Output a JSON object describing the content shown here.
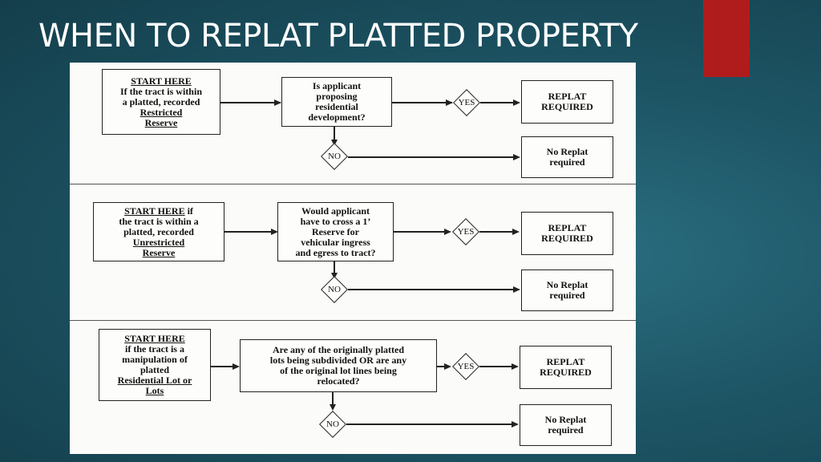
{
  "slide": {
    "title": "WHEN TO REPLAT PLATTED PROPERTY",
    "accent_color": "#b01c1c"
  },
  "flowcharts": [
    {
      "start_heading": "START HERE",
      "start_lines": [
        "If the tract is within",
        "a platted, recorded"
      ],
      "start_emphasis": [
        "Restricted",
        "Reserve"
      ],
      "question_lines": [
        "Is applicant",
        "proposing",
        "residential",
        "development?"
      ],
      "yes_label": "YES",
      "no_label": "NO",
      "yes_outcome": [
        "REPLAT",
        "REQUIRED"
      ],
      "no_outcome": [
        "No Replat",
        "required"
      ]
    },
    {
      "start_heading": "START HERE",
      "start_heading_suffix": " if",
      "start_lines": [
        "the tract is within a",
        "platted, recorded"
      ],
      "start_emphasis": [
        "Unrestricted",
        "Reserve"
      ],
      "question_lines": [
        "Would applicant",
        "have to cross a 1’",
        "Reserve for",
        "vehicular ingress",
        "and egress to tract?"
      ],
      "yes_label": "YES",
      "no_label": "NO",
      "yes_outcome": [
        "REPLAT",
        "REQUIRED"
      ],
      "no_outcome": [
        "No Replat",
        "required"
      ]
    },
    {
      "start_heading": "START HERE",
      "start_lines": [
        "if the tract is a",
        "manipulation of",
        "platted"
      ],
      "start_emphasis": [
        "Residential Lot or",
        "Lots"
      ],
      "question_lines": [
        "Are any of the originally platted",
        "lots being subdivided OR are any",
        "of the original lot lines being",
        "relocated?"
      ],
      "yes_label": "YES",
      "no_label": "NO",
      "yes_outcome": [
        "REPLAT",
        "REQUIRED"
      ],
      "no_outcome": [
        "No Replat",
        "required"
      ]
    }
  ]
}
